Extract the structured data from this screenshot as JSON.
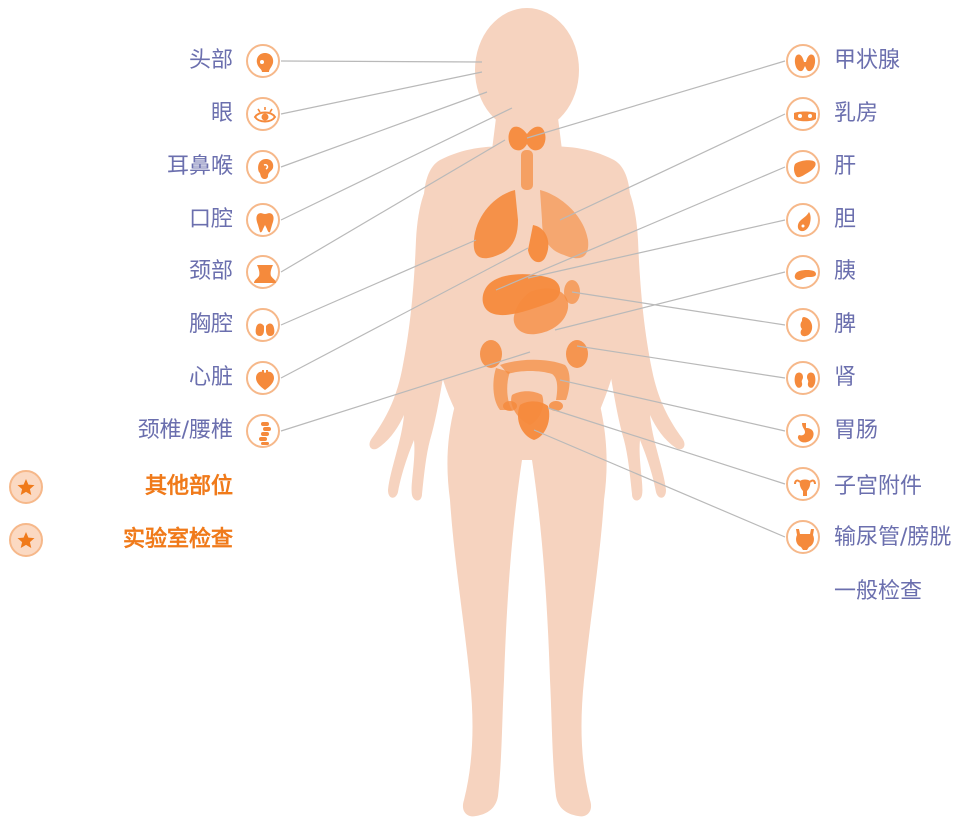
{
  "left_items": [
    {
      "label": "头部",
      "icon": "head-icon"
    },
    {
      "label": "眼",
      "icon": "eye-icon"
    },
    {
      "label": "耳鼻喉",
      "icon": "ear-icon"
    },
    {
      "label": "口腔",
      "icon": "tooth-icon"
    },
    {
      "label": "颈部",
      "icon": "neck-icon"
    },
    {
      "label": "胸腔",
      "icon": "lungs-icon"
    },
    {
      "label": "心脏",
      "icon": "heart-icon"
    },
    {
      "label": "颈椎/腰椎",
      "icon": "spine-icon"
    }
  ],
  "extra_items": [
    {
      "label": "其他部位",
      "icon": "star-icon"
    },
    {
      "label": "实验室检查",
      "icon": "star-icon"
    }
  ],
  "right_items": [
    {
      "label": "甲状腺",
      "icon": "thyroid-icon"
    },
    {
      "label": "乳房",
      "icon": "breast-icon"
    },
    {
      "label": "肝",
      "icon": "liver-icon"
    },
    {
      "label": "胆",
      "icon": "gallbladder-icon"
    },
    {
      "label": "胰",
      "icon": "pancreas-icon"
    },
    {
      "label": "脾",
      "icon": "spleen-icon"
    },
    {
      "label": "肾",
      "icon": "kidney-icon"
    },
    {
      "label": "胃肠",
      "icon": "stomach-icon"
    },
    {
      "label": "子宫附件",
      "icon": "uterus-icon"
    },
    {
      "label": "输尿管/膀胱",
      "icon": "bladder-icon"
    }
  ],
  "general_exam": "一般检查",
  "colors": {
    "skin": "#f6d3bf",
    "organ": "#f58a3c",
    "label_blue": "#6b6fae",
    "label_orange": "#f07a1a",
    "icon_ring": "#f6b88a",
    "connector": "#b9b9b9"
  }
}
